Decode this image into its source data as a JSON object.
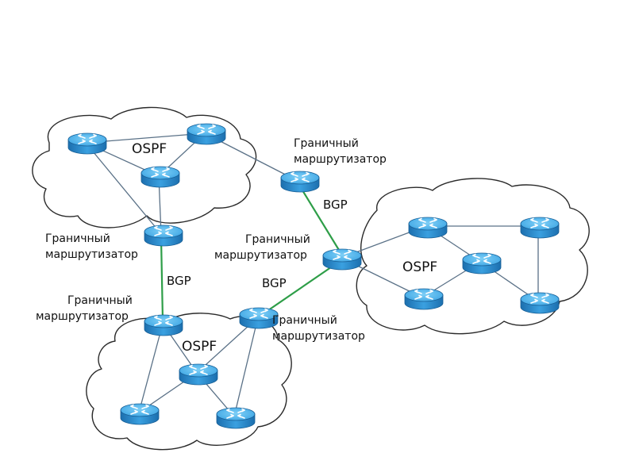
{
  "areas": [
    {
      "id": "top-left",
      "label": "OSPF"
    },
    {
      "id": "right",
      "label": "OSPF"
    },
    {
      "id": "bottom",
      "label": "OSPF"
    }
  ],
  "border_router_label": {
    "line1": "Граничный",
    "line2": "маршрутизатор"
  },
  "border_labels": [
    {
      "id": "top-middle",
      "line1": "Граничный",
      "line2": "маршрутизатор"
    },
    {
      "id": "left",
      "line1": "Граничный",
      "line2": "маршрутизатор"
    },
    {
      "id": "center",
      "line1": "Граничный",
      "line2": "маршрутизатор"
    },
    {
      "id": "bottom-left",
      "line1": "Граничный",
      "line2": "маршрутизатор"
    },
    {
      "id": "bottom-right",
      "line1": "Граничный",
      "line2": "маршрутизатор"
    }
  ],
  "bgp_labels": [
    "BGP",
    "BGP",
    "BGP"
  ],
  "colors": {
    "router_body": "#2b8fd6",
    "router_top": "#49b4ee",
    "bgp_link": "#2e9e48",
    "link": "#5a7187"
  }
}
